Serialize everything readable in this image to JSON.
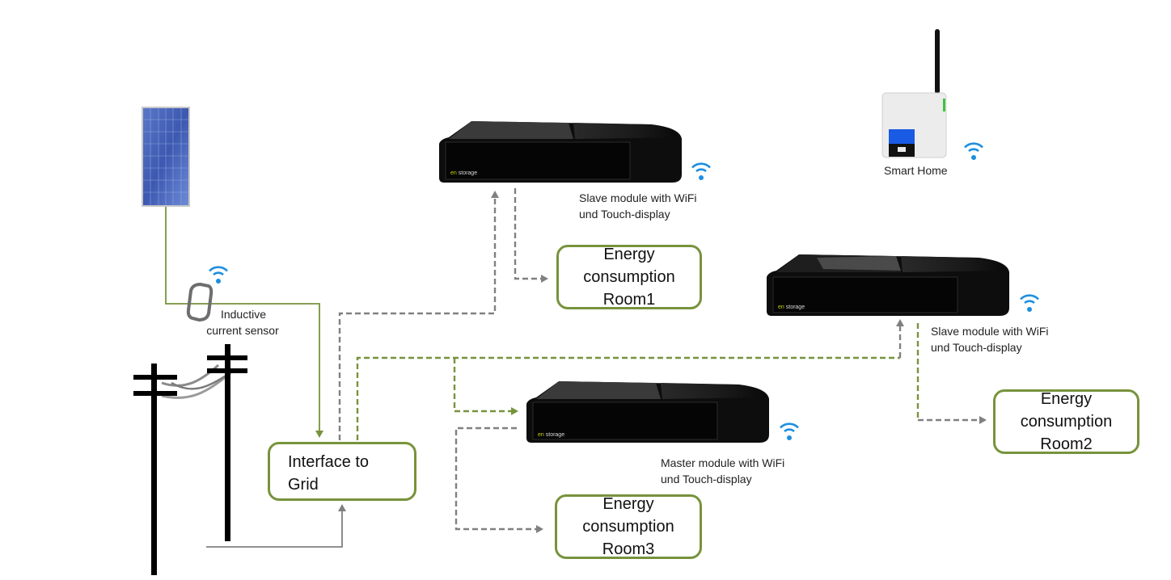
{
  "colors": {
    "green_line": "#77933c",
    "gray_line": "#808080",
    "box_border": "#77933c",
    "wifi": "#1e8fe0",
    "device_body": "#0d0d0d",
    "smarthome_screen": "#1a5be6"
  },
  "icons": [
    "solar-panel-icon",
    "inductive-sensor-icon",
    "power-pole-icon",
    "wifi-icon",
    "storage-device-icon",
    "smart-home-hub-icon"
  ],
  "devices": {
    "brand_en": "en",
    "brand_storage": "storage",
    "slave1_caption": [
      "Slave module with WiFi",
      "und Touch-display"
    ],
    "slave2_caption": [
      "Slave module with WiFi",
      "und Touch-display"
    ],
    "master_caption": [
      "Master module with WiFi",
      "und Touch-display"
    ]
  },
  "sensor": {
    "caption": [
      "Inductive",
      "current sensor"
    ]
  },
  "smart_home": {
    "label": "Smart Home"
  },
  "boxes": {
    "grid": [
      "Interface to",
      "Grid"
    ],
    "room1": [
      "Energy",
      "consumption",
      "Room1"
    ],
    "room2": [
      "Energy",
      "consumption",
      "Room2"
    ],
    "room3": [
      "Energy",
      "consumption",
      "Room3"
    ]
  }
}
